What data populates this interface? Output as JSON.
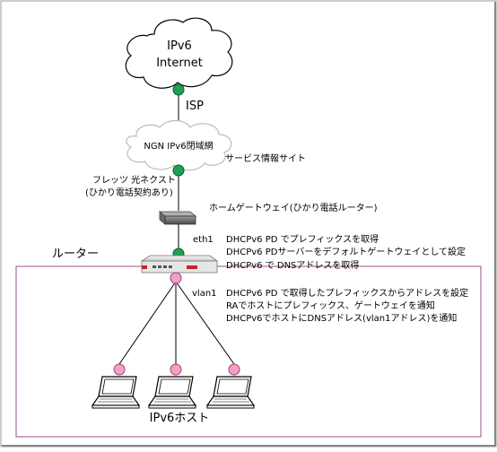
{
  "cloud_internet": {
    "line1": "IPv6",
    "line2": "Internet"
  },
  "isp_label": "ISP",
  "cloud_ngn": {
    "label": "NGN IPv6閉域網"
  },
  "service_site_label": "サービス情報サイト",
  "flets": {
    "line1": "フレッツ 光ネクスト",
    "line2": "(ひかり電話契約あり)"
  },
  "home_gateway_label": "ホームゲートウェイ(ひかり電話ルーター)",
  "router_label": "ルーター",
  "eth1": {
    "port": "eth1",
    "notes": [
      "DHCPv6 PD でプレフィックスを取得",
      "DHCPv6 PDサーバーをデフォルトゲートウェイとして設定",
      "DHCPv6 で DNSアドレスを取得"
    ]
  },
  "vlan1": {
    "port": "vlan1",
    "notes": [
      "DHCPv6 PD で取得したプレフィックスからアドレスを設定",
      "RAでホストにプレフィックス、ゲートウェイを通知",
      "DHCPv6でホストにDNSアドレス(vlan1アドレス)を通知"
    ]
  },
  "hosts_label": "IPv6ホスト",
  "colors": {
    "green_node": "#1fa152",
    "pink_node": "#f2a0c8",
    "router_frame": "#b06aa0",
    "router_red": "#c8232c"
  }
}
